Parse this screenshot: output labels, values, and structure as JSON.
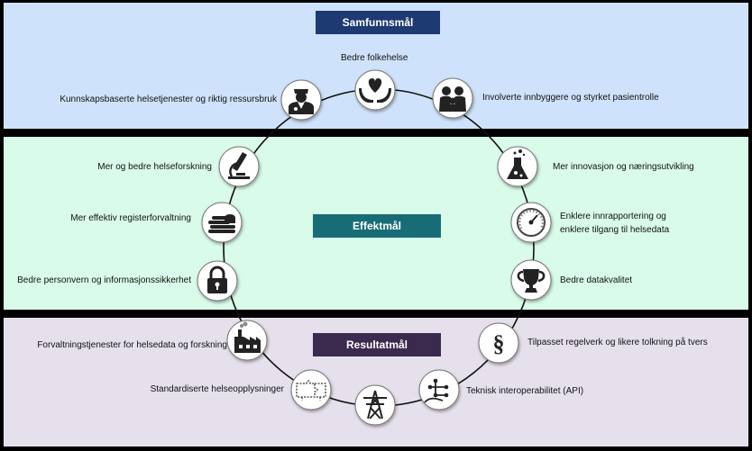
{
  "sections": {
    "top": "Samfunnsmål",
    "middle": "Effektmål",
    "bottom": "Resultatmål"
  },
  "goals": {
    "folkehelse": "Bedre folkehelse",
    "kunnskap": "Kunnskapsbaserte helsetjenester og riktig ressursbruk",
    "involverte": "Involverte innbyggere og styrket pasientrolle",
    "forskning": "Mer og bedre helseforskning",
    "innovasjon": "Mer innovasjon og næringsutvikling",
    "register": "Mer effektiv registerforvaltning",
    "innrapportering_1": "Enklere innrapportering og",
    "innrapportering_2": "enklere tilgang til helsedata",
    "personvern": "Bedre personvern og informasjonssikkerhet",
    "datakvalitet": "Bedre datakvalitet",
    "forvaltning": "Forvaltningstjenester for helsedata og forskning",
    "regelverk": "Tilpasset regelverk og likere tolkning på tvers",
    "standard": "Standardiserte helseopplysninger",
    "interop": "Teknisk interoperabilitet (API)"
  },
  "icons": {
    "folkehelse": "heart-hands-icon",
    "kunnskap": "doctor-icon",
    "involverte": "family-icon",
    "forskning": "microscope-icon",
    "innovasjon": "flask-icon",
    "register": "coin-stacks-icon",
    "innrapportering": "gauge-icon",
    "personvern": "padlock-icon",
    "datakvalitet": "trophy-icon",
    "forvaltning": "factory-icon",
    "regelverk": "paragraph-icon",
    "standard": "puzzle-icon",
    "infrastruktur": "power-tower-icon",
    "interop": "network-hand-icon"
  },
  "colors": {
    "top_band": "#cfe2fb",
    "middle_band": "#d9fbea",
    "bottom_band": "#e6e0ec",
    "top_tag": "#1d3a72",
    "middle_tag": "#186c75",
    "bottom_tag": "#3b2a4e"
  }
}
